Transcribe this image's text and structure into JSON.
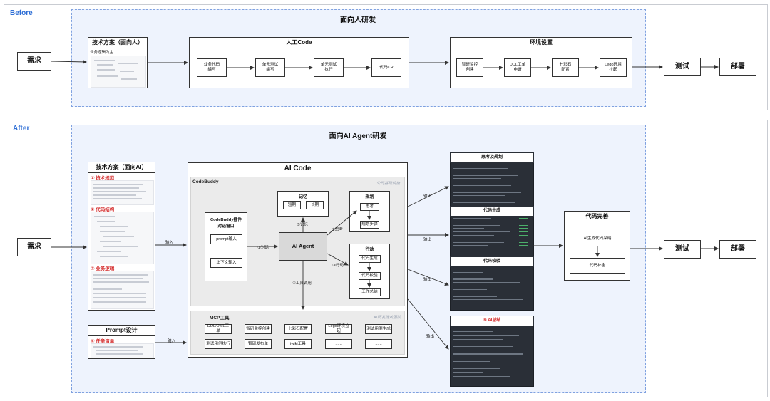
{
  "before": {
    "label": "Before",
    "region_title": "面向人研发",
    "req": "需求",
    "tech_plan": {
      "title": "技术方案（面向人）",
      "subtitle": "业务逻辑为主"
    },
    "manual_code": {
      "title": "人工Code",
      "steps": [
        "业务代码\n编写",
        "单元测试\n编写",
        "单元测试\n执行",
        "代码CR"
      ]
    },
    "env": {
      "title": "环境设置",
      "steps": [
        "智研监控\n创建",
        "DDL工单\n申请",
        "七彩石\n配置",
        "Lego环境\n拉起"
      ]
    },
    "test": "测试",
    "deploy": "部署"
  },
  "after": {
    "label": "After",
    "region_title": "面向AI Agent研发",
    "req": "需求",
    "tech_plan": {
      "title": "技术方案（面向AI）",
      "h1": "① 技术规范",
      "h2": "② 代码结构",
      "h3": "③ 业务逻辑"
    },
    "prompt": {
      "title": "Prompt设计",
      "h1": "④ 任务清单"
    },
    "input1": "输入",
    "input2": "输入",
    "ai_code": {
      "title": "AI Code",
      "codebuddy": "CodeBuddy",
      "public_infra": "公司基础设施",
      "plugin": {
        "title": "CodeBuddy插件\n对话窗口",
        "items": [
          "prompt输入",
          "上下文输入"
        ]
      },
      "agent": "AI Agent",
      "dialog_label": "①对话",
      "memory": {
        "title": "记忆",
        "items": [
          "短期",
          "长期"
        ]
      },
      "memory_label": "⑤记忆",
      "plan": {
        "title": "规划",
        "items": [
          "思考",
          "规划步骤"
        ]
      },
      "think_label": "②思考",
      "action": {
        "title": "行动",
        "items": [
          "代码生成",
          "代码校验",
          "工作总结"
        ]
      },
      "action_label": "③行动",
      "tool_label": "④工具调用",
      "mcp": {
        "title": "MCP工具",
        "team_label": "AI研发提效团队",
        "items": [
          "DDL/DML工单",
          "智研监控创建",
          "七彩石配置",
          "Lego环境拉起",
          "测试用例生成",
          "测试用例执行",
          "智研发布单",
          "iwiki工具",
          "......",
          "......"
        ]
      }
    },
    "outputs": [
      "输出",
      "输出",
      "输出",
      "输出"
    ],
    "think_plan_title": "思考及规划",
    "codegen_title": "代码生成",
    "codecheck_title": "代码校验",
    "ai_summary_title": "⑤ AI总结",
    "completion": {
      "title": "代码完善",
      "items": [
        "AI生成代码采纳",
        "代码补全"
      ]
    },
    "test": "测试",
    "deploy": "部署"
  },
  "colors": {
    "accent": "#2f6fd6",
    "red": "#d42b2b",
    "region_bg": "#eef3fd",
    "dark": "#2a2f37"
  }
}
